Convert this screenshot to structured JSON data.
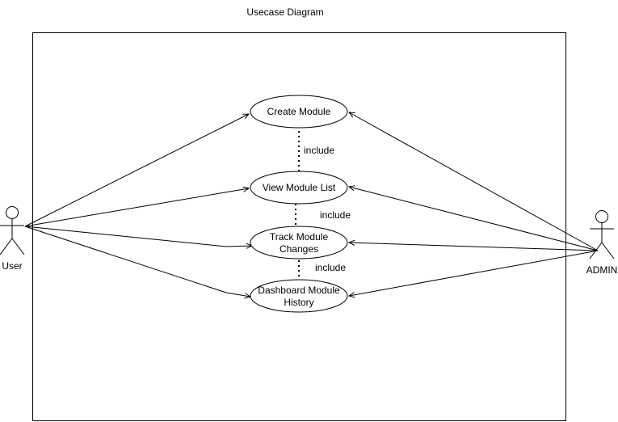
{
  "title": "Usecase Diagram",
  "actors": {
    "user": "User",
    "admin": "ADMIN"
  },
  "usecases": {
    "create": [
      "Create Module"
    ],
    "view": [
      "View Module List"
    ],
    "track": [
      "Track Module",
      "Changes"
    ],
    "dashboard": [
      "Dashboard Module",
      "History"
    ]
  },
  "relations": {
    "include_1": "include",
    "include_2": "include",
    "include_3": "include"
  }
}
